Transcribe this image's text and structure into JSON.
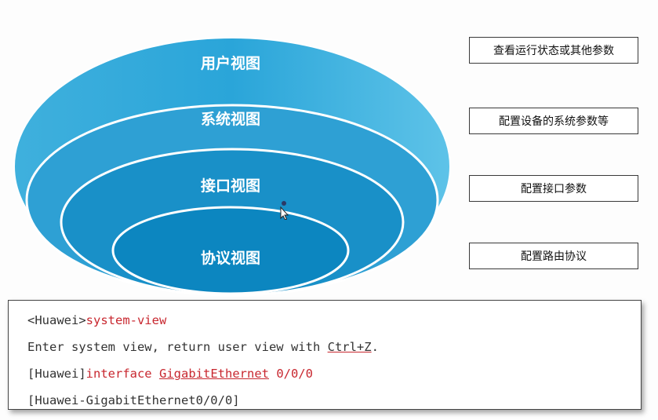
{
  "diagram": {
    "layers": [
      {
        "label": "用户视图"
      },
      {
        "label": "系统视图"
      },
      {
        "label": "接口视图"
      },
      {
        "label": "协议视图"
      }
    ],
    "descriptions": [
      "查看运行状态或其他参数",
      "配置设备的系统参数等",
      "配置接口参数",
      "配置路由协议"
    ],
    "colors": {
      "outer": "#5bbde0",
      "second": "#3aa8d6",
      "third": "#1f93c8",
      "inner": "#0f86c2",
      "keyword": "#c8272f"
    }
  },
  "console": {
    "line1_prompt": "<Huawei>",
    "line1_cmd": "system-view",
    "line2_pre": "Enter system view, return user view with ",
    "line2_key": "Ctrl+Z",
    "line2_post": ".",
    "line3_prompt": "[Huawei]",
    "line3_cmd": "interface",
    "line3_sp": " ",
    "line3_if": "GigabitEthernet",
    "line3_num": " 0/0/0",
    "line4": "[Huawei-GigabitEthernet0/0/0]"
  }
}
